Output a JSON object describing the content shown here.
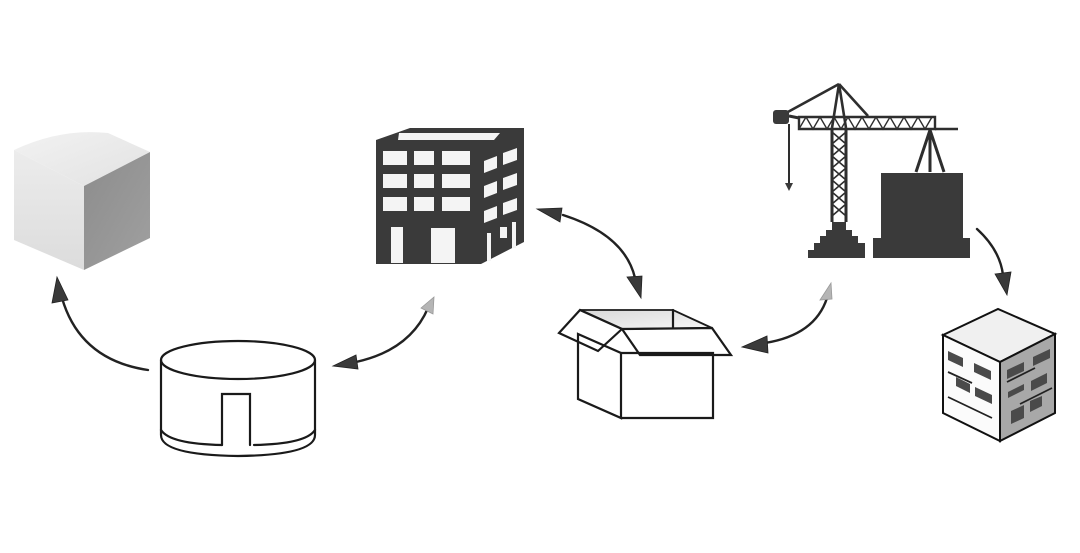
{
  "diagram": {
    "type": "lifecycle-flow",
    "background": "#ffffff",
    "colors": {
      "dark_fill": "#3a3a3a",
      "light_arrowhead": "#b5b5b5",
      "line": "#222222"
    },
    "nodes": [
      {
        "id": "raw-material-block",
        "icon": "cube-icon"
      },
      {
        "id": "storage-silo",
        "icon": "cylinder-silo-icon"
      },
      {
        "id": "office-building",
        "icon": "office-building-icon"
      },
      {
        "id": "open-box",
        "icon": "open-box-icon"
      },
      {
        "id": "construction-crane",
        "icon": "tower-crane-icon"
      },
      {
        "id": "finished-building",
        "icon": "isometric-building-icon"
      }
    ],
    "edges": [
      {
        "from": "storage-silo",
        "to": "raw-material-block",
        "direction": "one-way"
      },
      {
        "from": "storage-silo",
        "to": "office-building",
        "direction": "two-way"
      },
      {
        "from": "office-building",
        "to": "open-box",
        "direction": "two-way"
      },
      {
        "from": "open-box",
        "to": "construction-crane",
        "direction": "two-way"
      },
      {
        "from": "construction-crane",
        "to": "finished-building",
        "direction": "one-way"
      }
    ]
  }
}
